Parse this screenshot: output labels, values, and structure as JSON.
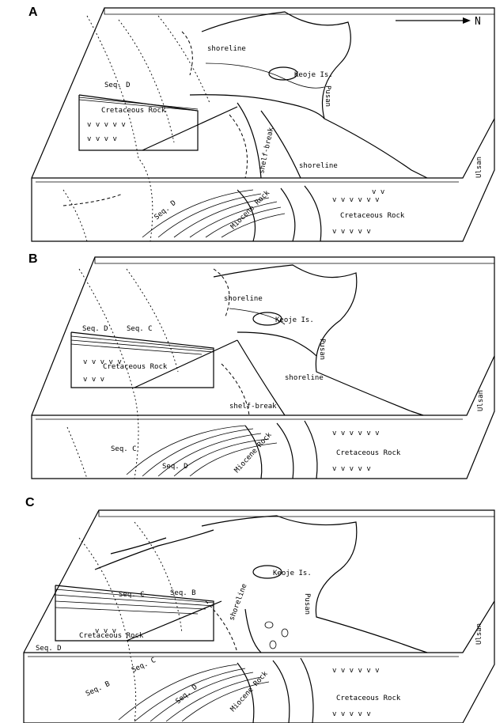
{
  "compass": {
    "arrow_label": "N"
  },
  "panels": [
    {
      "letter": "A",
      "labels": {
        "shoreline_upper": "shoreline",
        "island": "Keoje Is.",
        "seq_d": "Seq. D",
        "cretaceous_top": "Cretaceous Rock",
        "pusan": "Pusan",
        "shelf_break": "shelf-break",
        "shoreline_lower": "shoreline",
        "ulsan": "Ulsan",
        "seq_d_front": "Seq. D",
        "miocene": "Miocene Rock",
        "cretaceous_front": "Cretaceous Rock"
      }
    },
    {
      "letter": "B",
      "labels": {
        "shoreline_upper": "shoreline",
        "island": "Keoje Is.",
        "seq_d": "Seq. D",
        "seq_c": "Seq. C",
        "cretaceous_top": "Cretaceous Rock",
        "pusan": "Pusan",
        "shelf_break": "shelf-break",
        "shoreline_lower": "shoreline",
        "ulsan": "Ulsan",
        "seq_c_front": "Seq. C",
        "seq_d_front": "Seq. D",
        "miocene": "Miocene Rock",
        "cretaceous_front": "Cretaceous Rock"
      }
    },
    {
      "letter": "C",
      "labels": {
        "island": "Keoje Is.",
        "seq_c": "Seq. C",
        "seq_b": "Seq. B",
        "shoreline": "shoreline",
        "pusan": "Pusan",
        "seq_d": "Seq. D",
        "cretaceous_top": "Cretaceous Rock",
        "ulsan": "Ulsan",
        "seq_c_front": "Seq. C",
        "seq_b_front": "Seq. B",
        "seq_d_front": "Seq. D",
        "miocene": "Miocene Rock",
        "cretaceous_front": "Cretaceous Rock"
      }
    }
  ]
}
